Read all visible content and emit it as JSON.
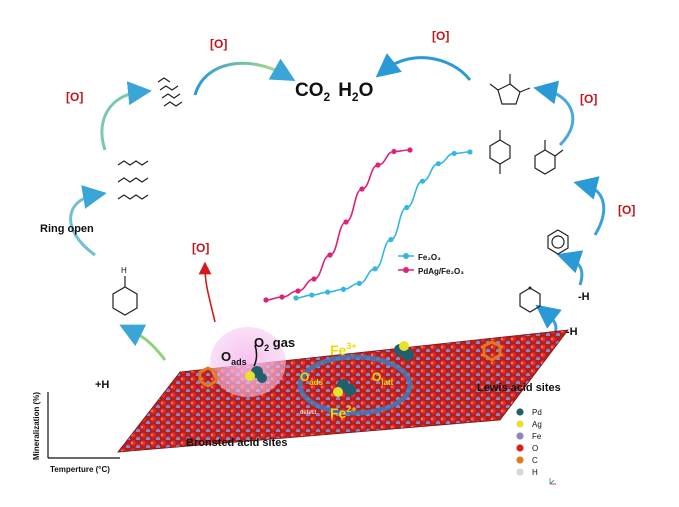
{
  "oxidation_label": "[O]",
  "products": {
    "co2": "CO",
    "co2_sub": "2",
    "h2o": "H",
    "h2o_sub": "2",
    "h2o_tail": "O"
  },
  "steps": {
    "ring_open": "Ring open",
    "plus_h": "+H",
    "minus_h_1": "-H",
    "minus_h_2": "-H"
  },
  "surface": {
    "o_ads": "O",
    "o_ads_sub": "ads",
    "o2": "O",
    "o2_sub": "2",
    "o2_tail": " gas",
    "fe3": "Fe",
    "fe3_sup": "3+",
    "fe2": "Fe",
    "fe2_sup": "2+",
    "o_ads2": "O",
    "o_ads2_sub": "ads",
    "o_latt": "O",
    "o_latt_sub": "latt",
    "defect": "defect",
    "bronsted": "Bronsted acid sites",
    "lewis": "Lewis acid sites"
  },
  "axes_inset": {
    "ylabel": "Mineralization (%)",
    "xlabel": "Temperture (°C)"
  },
  "element_legend": [
    {
      "label": "Pd",
      "color": "#1f5f6e"
    },
    {
      "label": "Ag",
      "color": "#e8e22a"
    },
    {
      "label": "Fe",
      "color": "#8a86c8"
    },
    {
      "label": "O",
      "color": "#d8241c"
    },
    {
      "label": "C",
      "color": "#e07a1f"
    },
    {
      "label": "H",
      "color": "#d7d7d7"
    }
  ],
  "chart_data": {
    "type": "line",
    "series": [
      {
        "name": "Fe2O3",
        "color": "#33b5e6",
        "values": [
          [
            0,
            0.0
          ],
          [
            1,
            0.02
          ],
          [
            2,
            0.04
          ],
          [
            3,
            0.06
          ],
          [
            4,
            0.1
          ],
          [
            5,
            0.2
          ],
          [
            6,
            0.4
          ],
          [
            7,
            0.62
          ],
          [
            8,
            0.8
          ],
          [
            9,
            0.92
          ],
          [
            10,
            0.99
          ],
          [
            11,
            1.0
          ]
        ]
      },
      {
        "name": "PdAg/Fe2O3",
        "color": "#e0207a",
        "values": [
          [
            0,
            0.0
          ],
          [
            1,
            0.02
          ],
          [
            2,
            0.06
          ],
          [
            3,
            0.14
          ],
          [
            4,
            0.3
          ],
          [
            5,
            0.52
          ],
          [
            6,
            0.74
          ],
          [
            7,
            0.9
          ],
          [
            8,
            0.99
          ],
          [
            9,
            1.0
          ]
        ]
      }
    ],
    "legend": [
      "Fe₂O₃",
      "PdAg/Fe₂O₃"
    ]
  }
}
